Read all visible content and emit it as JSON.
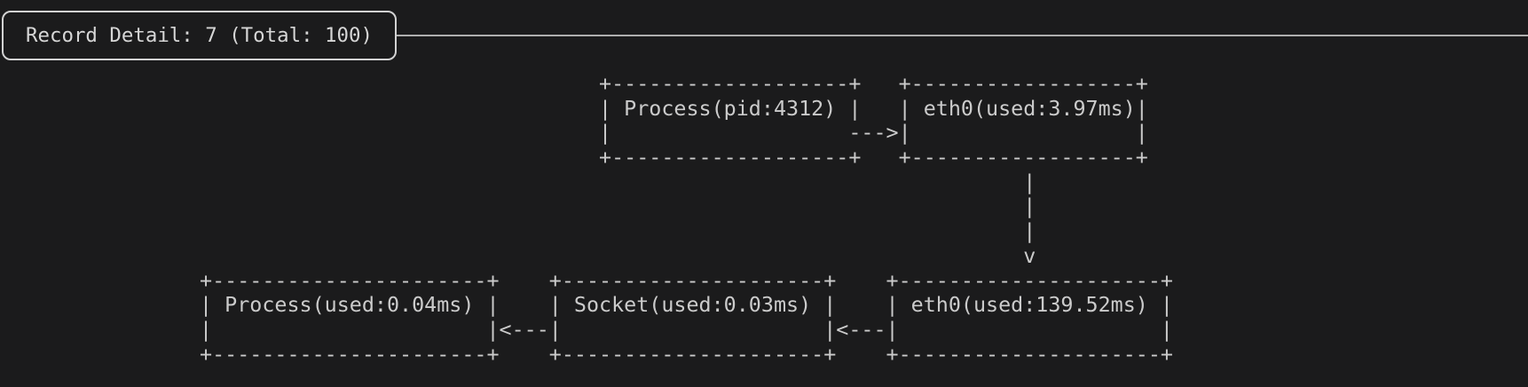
{
  "colors": {
    "background": "#1b1b1c",
    "foreground": "#cbcbcb",
    "panel_border": "#aeaeae",
    "title_border": "#d2d2d2"
  },
  "panel": {
    "title": "Record Detail: 7 (Total: 100)",
    "record_index": "7",
    "record_total": "100"
  },
  "diagram": {
    "nodes": [
      {
        "id": "process-top",
        "label": "Process(pid:4312)"
      },
      {
        "id": "eth0-top",
        "label": "eth0(used:3.97ms)"
      },
      {
        "id": "eth0-bottom",
        "label": "eth0(used:139.52ms)"
      },
      {
        "id": "socket-bottom",
        "label": "Socket(used:0.03ms)"
      },
      {
        "id": "process-bottom",
        "label": "Process(used:0.04ms)"
      }
    ],
    "edges": [
      "Process(pid:4312) -> eth0(used:3.97ms)",
      "eth0(used:3.97ms) -> eth0(used:139.52ms)",
      "eth0(used:139.52ms) -> Socket(used:0.03ms)",
      "Socket(used:0.03ms) -> Process(used:0.04ms)"
    ],
    "lines": [
      "                                                +-------------------+   +------------------+",
      "                                                | Process(pid:4312) |   | eth0(used:3.97ms)|",
      "                                                |                   --->|                  |",
      "                                                +-------------------+   +------------------+",
      "                                                                                  |",
      "                                                                                  |",
      "                                                                                  |",
      "                                                                                  v",
      "                +----------------------+    +---------------------+    +---------------------+",
      "                | Process(used:0.04ms) |    | Socket(used:0.03ms) |    | eth0(used:139.52ms) |",
      "                |                      |<---|                     |<---|                     |",
      "                +----------------------+    +---------------------+    +---------------------+"
    ]
  }
}
